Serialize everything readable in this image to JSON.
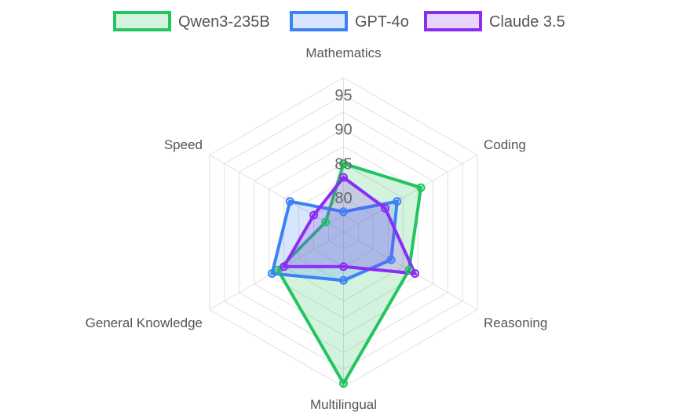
{
  "chart_data": {
    "type": "radar",
    "axes": [
      "Mathematics",
      "Coding",
      "Reasoning",
      "Multilingual",
      "General Knowledge",
      "Speed"
    ],
    "r_ticks": [
      80,
      85,
      90,
      95
    ],
    "r_range": [
      75,
      97.5
    ],
    "grid": true,
    "legend_position": "top",
    "series": [
      {
        "name": "Qwen3-235B",
        "values": [
          85,
          88,
          86,
          97,
          86,
          78
        ],
        "color": "#22c55e",
        "fill": "rgba(34,197,94,0.2)"
      },
      {
        "name": "GPT-4o",
        "values": [
          78,
          84,
          83,
          82,
          87,
          84
        ],
        "color": "#3b82f6",
        "fill": "rgba(59,130,246,0.2)"
      },
      {
        "name": "Claude 3.5",
        "values": [
          83,
          82,
          87,
          80,
          85,
          80
        ],
        "color": "#8b2cf5",
        "fill": "rgba(139,44,245,0.2)"
      }
    ]
  }
}
